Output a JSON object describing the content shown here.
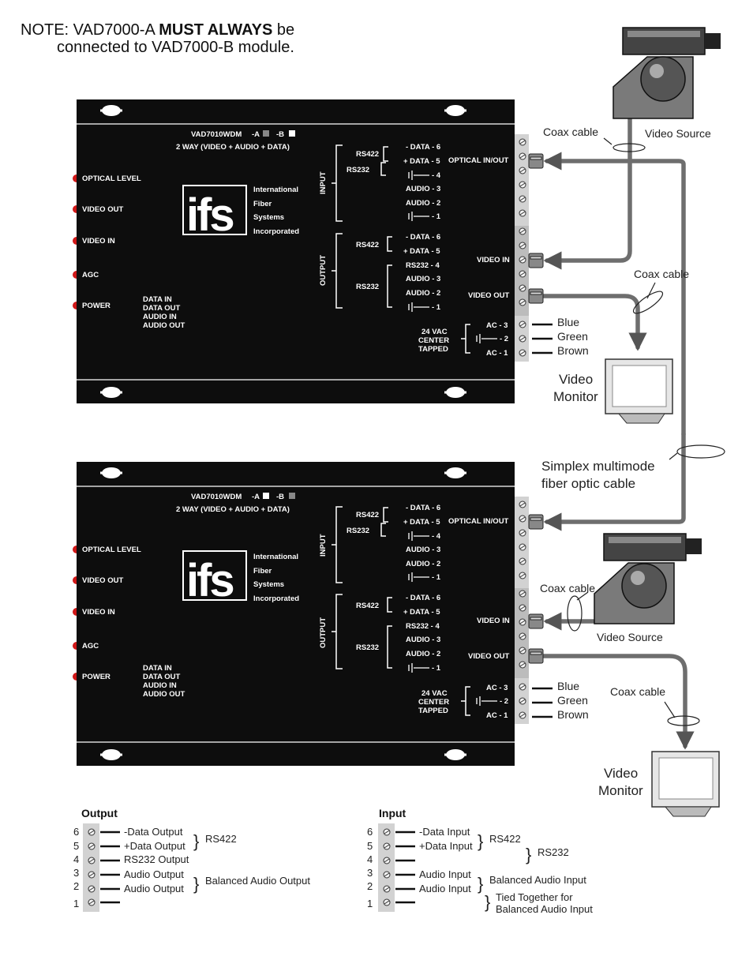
{
  "note": {
    "prefix": "NOTE:  VAD7000-A ",
    "bold": "MUST ALWAYS",
    "suffix": " be",
    "line2": "connected to VAD7000-B module."
  },
  "module": {
    "model": "VAD7010WDM",
    "ab_a": "-A",
    "ab_b": "-B",
    "subtitle": "2 WAY (VIDEO + AUDIO + DATA)",
    "leds": [
      "OPTICAL LEVEL",
      "VIDEO OUT",
      "VIDEO IN",
      "AGC",
      "POWER"
    ],
    "data_lines": [
      "DATA IN",
      "DATA OUT",
      "AUDIO IN",
      "AUDIO OUT"
    ],
    "logo": "ifs",
    "company": [
      "International",
      "Fiber",
      "Systems",
      "Incorporated"
    ],
    "input_label": "INPUT",
    "output_label": "OUTPUT",
    "in_pins": [
      "- DATA - 6",
      "+ DATA - 5",
      "- 4",
      "AUDIO - 3",
      "AUDIO - 2",
      "- 1"
    ],
    "out_pins": [
      "- DATA - 6",
      "+ DATA - 5",
      "RS232 - 4",
      "AUDIO - 3",
      "AUDIO - 2",
      "- 1"
    ],
    "rs422": "RS422",
    "rs232": "RS232",
    "optical": "OPTICAL IN/OUT",
    "video_in": "VIDEO IN",
    "video_out": "VIDEO OUT",
    "vac": [
      "24 VAC",
      "CENTER",
      "TAPPED"
    ],
    "ac_pins": [
      "AC - 3",
      "- 2",
      "AC - 1"
    ],
    "wires": [
      "Blue",
      "Green",
      "Brown"
    ]
  },
  "labels": {
    "coax": "Coax cable",
    "video_source": "Video Source",
    "video_monitor": [
      "Video",
      "Monitor"
    ],
    "fiber": [
      "Simplex multimode",
      "fiber optic cable"
    ]
  },
  "legend": {
    "output": {
      "title": "Output",
      "numbers": [
        "6",
        "5",
        "4",
        "3",
        "2",
        "1"
      ],
      "pins": [
        "-Data Output",
        "+Data Output",
        "RS232 Output",
        "Audio Output",
        "Audio Output",
        ""
      ],
      "groups": [
        "RS422",
        "Balanced Audio Output"
      ]
    },
    "input": {
      "title": "Input",
      "numbers": [
        "6",
        "5",
        "4",
        "3",
        "2",
        "1"
      ],
      "pins": [
        "-Data Input",
        "+Data Input",
        "",
        "Audio Input",
        "Audio Input",
        ""
      ],
      "groups": [
        "RS422",
        "RS232",
        "Balanced Audio Input",
        "Tied Together for",
        "Balanced Audio Input"
      ]
    }
  },
  "colors": {
    "panel": "#0d0d0d",
    "cable": "#6e6e6e",
    "led": "#d01818",
    "strip": "#cfcfcf"
  }
}
